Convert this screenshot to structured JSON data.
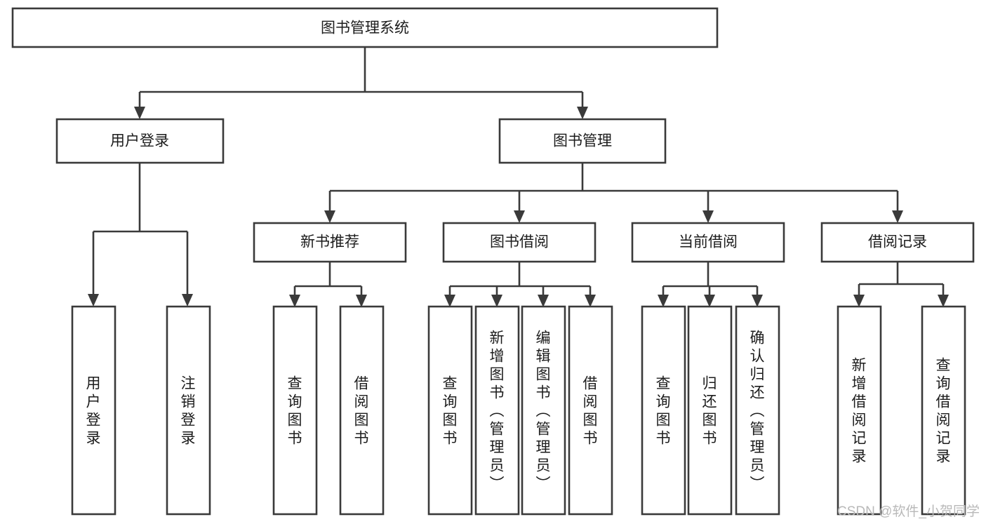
{
  "diagram": {
    "title": "图书管理系统",
    "type": "tree-hierarchy-diagram",
    "colors": {
      "stroke": "#3a3a3a",
      "box_fill": "#ffffff",
      "text": "#1c1c1c",
      "watermark": "#b9b9b9",
      "background": "#ffffff"
    },
    "root": {
      "label": "图书管理系统"
    },
    "level2": [
      {
        "label": "用户登录"
      },
      {
        "label": "图书管理"
      }
    ],
    "level3": [
      {
        "label": "新书推荐"
      },
      {
        "label": "图书借阅"
      },
      {
        "label": "当前借阅"
      },
      {
        "label": "借阅记录"
      }
    ],
    "leaves": {
      "user_login": [
        {
          "label": "用户登录"
        },
        {
          "label": "注销登录"
        }
      ],
      "new_book_recommend": [
        {
          "label": "查询图书"
        },
        {
          "label": "借阅图书"
        }
      ],
      "book_borrow": [
        {
          "label": "查询图书"
        },
        {
          "label": "新增图书（管理员）"
        },
        {
          "label": "编辑图书（管理员）"
        },
        {
          "label": "借阅图书"
        }
      ],
      "current_borrow": [
        {
          "label": "查询图书"
        },
        {
          "label": "归还图书"
        },
        {
          "label": "确认归还（管理员）"
        }
      ],
      "borrow_records": [
        {
          "label": "新增借阅记录"
        },
        {
          "label": "查询借阅记录"
        }
      ]
    }
  },
  "watermark": {
    "text": "CSDN @软件_小贺同学"
  }
}
